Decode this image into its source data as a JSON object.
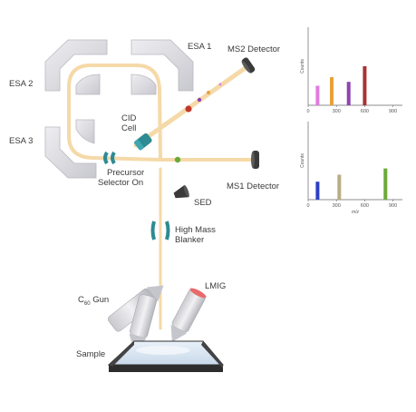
{
  "labels": {
    "esa1": "ESA 1",
    "esa2": "ESA 2",
    "esa3": "ESA 3",
    "ms2_detector": "MS2 Detector",
    "ms1_detector": "MS1 Detector",
    "cid_line1": "CID",
    "cid_line2": "Cell",
    "precursor_line1": "Precursor",
    "precursor_line2": "Selector On",
    "sed": "SED",
    "hmb_line1": "High Mass",
    "hmb_line2": "Blanker",
    "lmig": "LMIG",
    "c60_main": "C",
    "c60_sub": "60",
    "c60_rest": " Gun",
    "sample": "Sample"
  },
  "colors": {
    "beam": "#f5d9a8",
    "esa": "#dcdce0",
    "esa_edge": "#b8b8c0",
    "cid": "#2e8a93",
    "detector": "#3a3a3a",
    "ion_red": "#c0392b",
    "ion_purple": "#8e44ad",
    "ion_orange": "#e8a23a",
    "ion_green": "#6aaa3a",
    "sample_stage": "#2d2d2d",
    "sample_surface": "#dfeaf5"
  },
  "chart_data": [
    {
      "type": "bar",
      "ylabel": "Counts",
      "xlabel": "",
      "x_ticks": [
        0,
        300,
        600,
        900
      ],
      "xlim": [
        0,
        1000
      ],
      "ylim": [
        0,
        1
      ],
      "bars": [
        {
          "x": 100,
          "value": 0.25,
          "color": "#e07be0"
        },
        {
          "x": 250,
          "value": 0.36,
          "color": "#e8a23a"
        },
        {
          "x": 430,
          "value": 0.3,
          "color": "#8e44ad"
        },
        {
          "x": 600,
          "value": 0.5,
          "color": "#a83232"
        }
      ]
    },
    {
      "type": "bar",
      "ylabel": "Counts",
      "xlabel": "m/z",
      "x_ticks": [
        0,
        300,
        600,
        900
      ],
      "xlim": [
        0,
        1000
      ],
      "ylim": [
        0,
        1
      ],
      "bars": [
        {
          "x": 100,
          "value": 0.23,
          "color": "#2b3fc4"
        },
        {
          "x": 330,
          "value": 0.32,
          "color": "#b8ad85"
        },
        {
          "x": 820,
          "value": 0.4,
          "color": "#6aaa3a"
        }
      ]
    }
  ]
}
